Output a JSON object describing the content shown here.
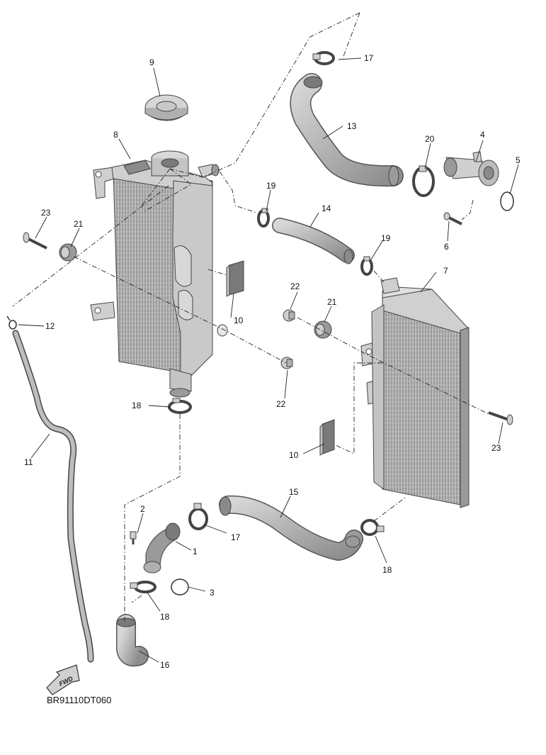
{
  "diagram_code": "BR91110DT060",
  "fwd_label": "FWD",
  "icons": {
    "fwd_arrow": "arrow-fwd-icon"
  },
  "colors": {
    "part_fill": "#bdbdbd",
    "part_dark": "#8a8a8a",
    "part_light": "#e2e2e2",
    "line": "#222222"
  },
  "callouts": [
    "1",
    "2",
    "3",
    "4",
    "5",
    "6",
    "7",
    "8",
    "9",
    "10",
    "10",
    "11",
    "12",
    "13",
    "14",
    "15",
    "16",
    "17",
    "17",
    "18",
    "18",
    "18",
    "19",
    "19",
    "20",
    "21",
    "21",
    "22",
    "22",
    "23",
    "23"
  ]
}
